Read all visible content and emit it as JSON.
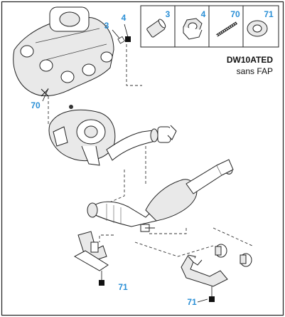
{
  "legend": {
    "items": [
      {
        "ref": "3",
        "icon": "sleeve-icon"
      },
      {
        "ref": "4",
        "icon": "nut-icon"
      },
      {
        "ref": "70",
        "icon": "stud-icon"
      },
      {
        "ref": "71",
        "icon": "washer-icon"
      }
    ]
  },
  "engine": {
    "code": "DW10ATED",
    "variant": "sans FAP"
  },
  "callouts": {
    "manifold_sleeve": "3",
    "manifold_nut": "4",
    "manifold_stud": "70",
    "bracket_left": "71",
    "bracket_right": "71"
  }
}
